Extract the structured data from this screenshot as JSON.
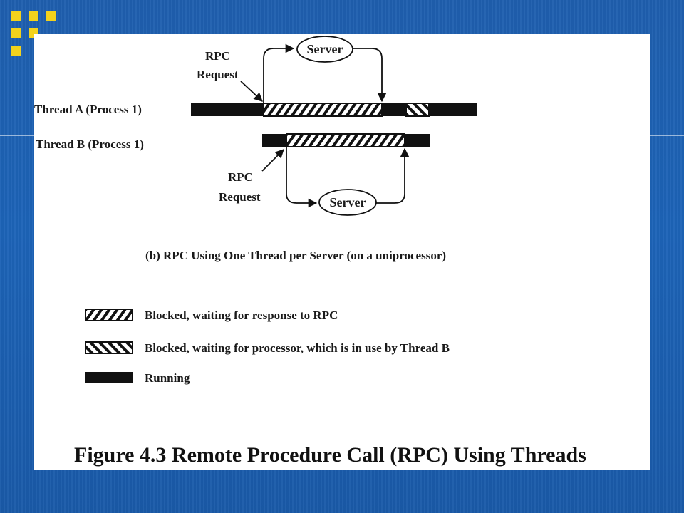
{
  "diagram": {
    "thread_a_label": "Thread A (Process 1)",
    "thread_b_label": "Thread B (Process 1)",
    "rpc_request_top_line1": "RPC",
    "rpc_request_top_line2": "Request",
    "rpc_request_bottom_line1": "RPC",
    "rpc_request_bottom_line2": "Request",
    "server_top_label": "Server",
    "server_bottom_label": "Server",
    "subcaption": "(b) RPC Using One Thread per Server (on a uniprocessor)"
  },
  "legend": {
    "blocked_rpc": "Blocked, waiting for response to RPC",
    "blocked_processor": "Blocked, waiting for processor, which is in use by Thread B",
    "running": "Running"
  },
  "figure_caption": "Figure 4.3  Remote Procedure Call (RPC) Using Threads",
  "colors": {
    "background": "#1f5fae",
    "logo": "#f3d21c",
    "panel": "#ffffff",
    "ink": "#111111"
  }
}
